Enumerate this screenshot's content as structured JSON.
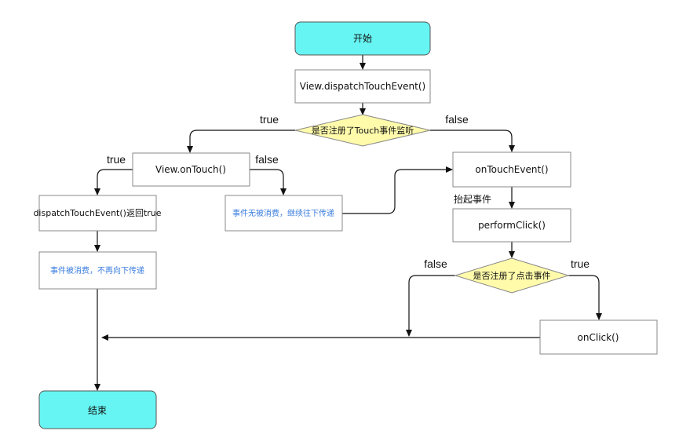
{
  "nodes": {
    "start": "开始",
    "dispatch": "View.dispatchTouchEvent()",
    "decision_touch": "是否注册了Touch事件监听",
    "on_touch": "View.onTouch()",
    "dispatch_true": "dispatchTouchEvent()返回true",
    "consumed_stop": "事件被消费，不再向下传递",
    "not_consumed": "事件无被消费，继续往下传递",
    "on_touch_event": "onTouchEvent()",
    "perform_click": "performClick()",
    "decision_click": "是否注册了点击事件",
    "on_click": "onClick()",
    "end": "结束"
  },
  "labels": {
    "touch_true": "true",
    "touch_false": "false",
    "ontouch_true": "true",
    "ontouch_false": "false",
    "lift_event": "抬起事件",
    "click_false": "false",
    "click_true": "true"
  },
  "colors": {
    "terminal": "#66f5f2",
    "decision": "#fffbab",
    "blue_text": "#3a7de0"
  }
}
